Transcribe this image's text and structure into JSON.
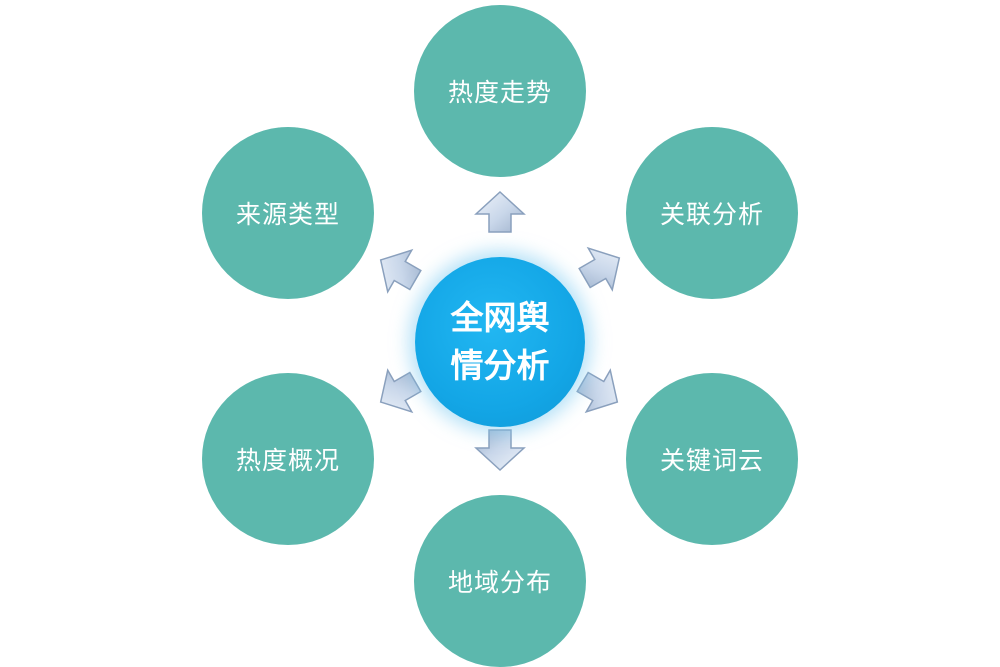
{
  "center": {
    "line1": "全网舆",
    "line2": "情分析",
    "color": "#13a6e6"
  },
  "nodes": {
    "top": "热度走势",
    "upper_right": "关联分析",
    "lower_right": "关键词云",
    "bottom": "地域分布",
    "lower_left": "热度概况",
    "upper_left": "来源类型"
  },
  "colors": {
    "node_fill": "#5cb8ad",
    "arrow_fill": "#c9d7ea",
    "arrow_stroke": "#8aa0bd"
  },
  "icons": {
    "arrow": "arrow-icon"
  }
}
